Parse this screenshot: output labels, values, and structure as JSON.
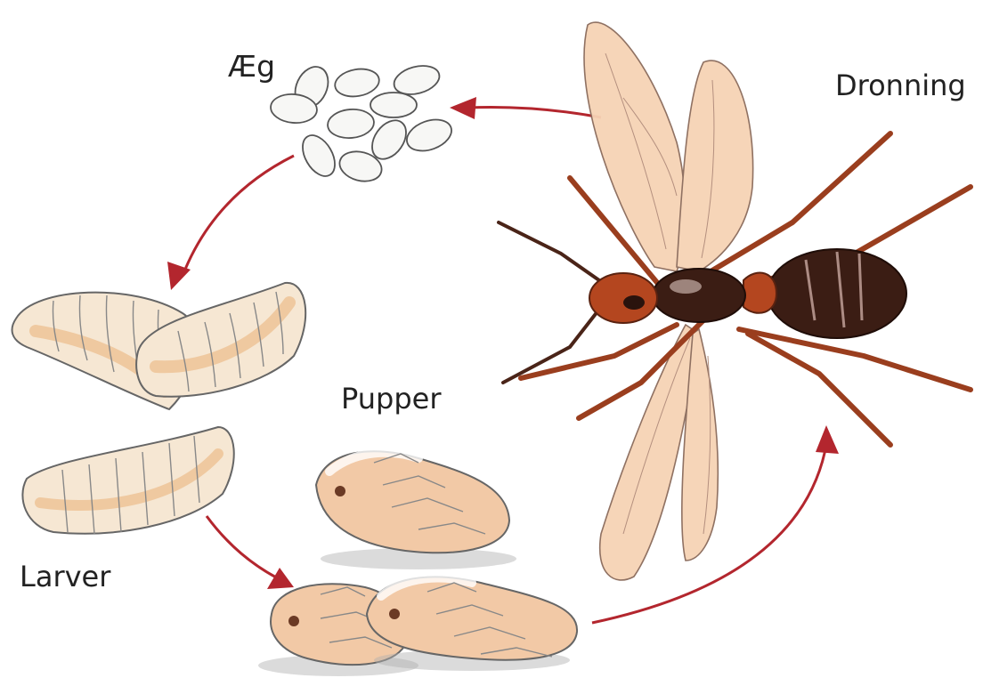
{
  "stages": {
    "egg": "Æg",
    "queen": "Dronning",
    "pupae": "Pupper",
    "larvae": "Larver"
  },
  "colors": {
    "arrow": "#b3262e",
    "egg_fill": "#f7f7f5",
    "larva_fill": "#f6e7d3",
    "larva_shade": "#efc9a0",
    "pupa_fill": "#f2c9a6",
    "wing_fill": "#f6d3b5",
    "ant_body": "#3b1d14",
    "ant_thorax": "#b4461f",
    "ant_leg": "#9a3e1e"
  }
}
